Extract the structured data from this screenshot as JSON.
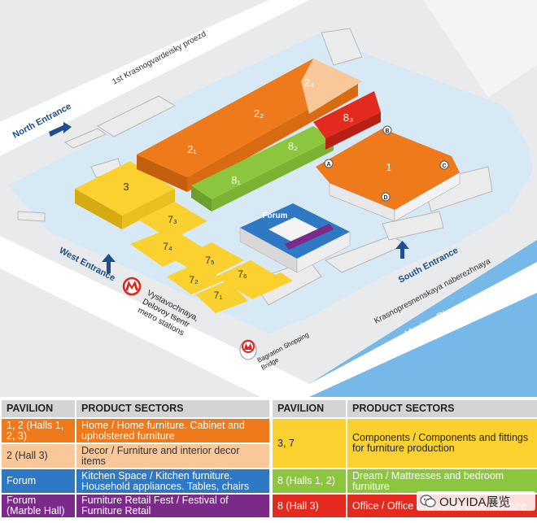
{
  "colors": {
    "orange": "#ee7a1c",
    "peach": "#f8c89a",
    "yellow": "#fbd12f",
    "green": "#8cc63e",
    "red": "#e42a1e",
    "blue": "#2e78c4",
    "purple": "#7b2a8a",
    "ground": "#d7e9f5",
    "river": "#76b8e8",
    "label_blue": "#1e4e8c",
    "metro_red": "#e2231a"
  },
  "map": {
    "halls": {
      "h3": "3",
      "h2_1": "2₁",
      "h2_2": "2₂",
      "h2_4": "2₄",
      "h8_1": "8₁",
      "h8_2": "8₂",
      "h8_3": "8₃",
      "h1": "1",
      "h7_1": "7₁",
      "h7_2": "7₂",
      "h7_3": "7₃",
      "h7_4": "7₄",
      "h7_5": "7₅",
      "h7_6": "7₆",
      "forum": "Forum"
    },
    "hall1_corners": [
      "A",
      "B",
      "C",
      "D"
    ],
    "streets": {
      "north_road": "1st Krasnogvardeisky proezd",
      "south_road": "Krasnopresnenskaya naberezhnaya",
      "river": "Moskva River"
    },
    "entrances": {
      "north": "North Entrance",
      "west": "West Entrance",
      "south": "South Entrance"
    },
    "metro": {
      "line1": "Vystavochnaya,",
      "line2": "Delovoy tsentr",
      "line3": "metro stations"
    },
    "bridge": {
      "line1": "Bagration Shopping",
      "line2": "Bridge"
    }
  },
  "legend": {
    "left": {
      "header_pavilion": "PAVILION",
      "header_sectors": "PRODUCT SECTORS",
      "rows": [
        {
          "pavilion": "1, 2 (Halls 1, 2, 3)",
          "sectors": "Home / Home furniture. Cabinet and upholstered furniture",
          "bg": "#ee7a1c",
          "fg": "#ffffff"
        },
        {
          "pavilion": "2 (Hall 3)",
          "sectors": "Decor / Furniture and interior decor items",
          "bg": "#f8c89a",
          "fg": "#333333"
        },
        {
          "pavilion": "Forum",
          "sectors": "Kitchen Space / Kitchen furniture. Household appliances. Tables, chairs",
          "bg": "#2e78c4",
          "fg": "#ffffff"
        },
        {
          "pavilion": "Forum (Marble Hall)",
          "sectors": "Furniture Retail Fest / Festival of Furniture Retail",
          "bg": "#7b2a8a",
          "fg": "#ffffff"
        }
      ]
    },
    "right": {
      "header_pavilion": "PAVILION",
      "header_sectors": "PRODUCT SECTORS",
      "rows": [
        {
          "pavilion": "3, 7",
          "sectors": "Components / Components and fittings for furniture production",
          "bg": "#fbd12f",
          "fg": "#222222"
        },
        {
          "pavilion": "8 (Halls 1, 2)",
          "sectors": "Dream / Mattresses and bedroom furniture",
          "bg": "#8cc63e",
          "fg": "#ffffff"
        },
        {
          "pavilion": "8 (Hall 3)",
          "sectors": "Office / Office and conference furniture",
          "bg": "#e42a1e",
          "fg": "#ffffff"
        }
      ]
    }
  },
  "watermark": {
    "text": "OUYIDA展览"
  }
}
